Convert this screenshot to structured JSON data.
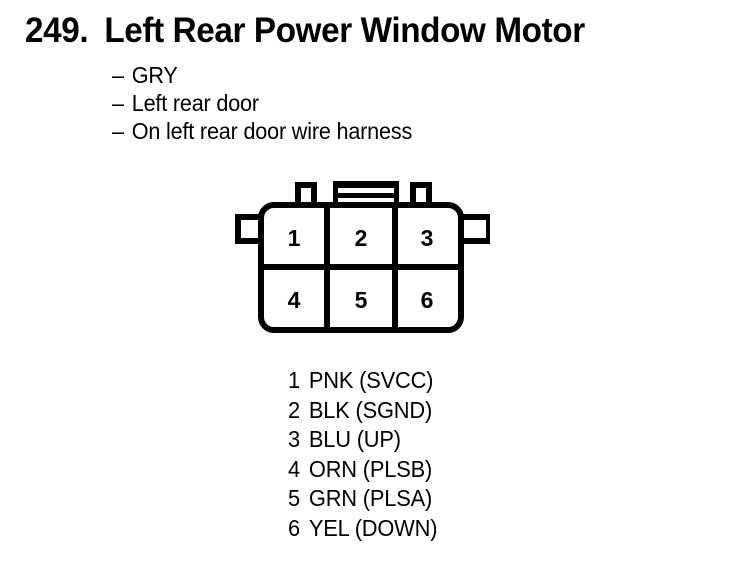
{
  "header": {
    "number": "249.",
    "title": "Left Rear Power Window Motor"
  },
  "description": {
    "dash": "–",
    "lines": [
      "GRY",
      "Left rear door",
      "On left rear door wire harness"
    ]
  },
  "connector": {
    "name": "6-pin connector face view",
    "cells": [
      {
        "pin": "1"
      },
      {
        "pin": "2"
      },
      {
        "pin": "3"
      },
      {
        "pin": "4"
      },
      {
        "pin": "5"
      },
      {
        "pin": "6"
      }
    ],
    "stroke_color": "#000000",
    "fill_color": "#ffffff"
  },
  "pin_legend": [
    {
      "pin": "1",
      "label": "PNK (SVCC)"
    },
    {
      "pin": "2",
      "label": "BLK (SGND)"
    },
    {
      "pin": "3",
      "label": "BLU (UP)"
    },
    {
      "pin": "4",
      "label": "ORN (PLSB)"
    },
    {
      "pin": "5",
      "label": "GRN (PLSA)"
    },
    {
      "pin": "6",
      "label": "YEL (DOWN)"
    }
  ]
}
